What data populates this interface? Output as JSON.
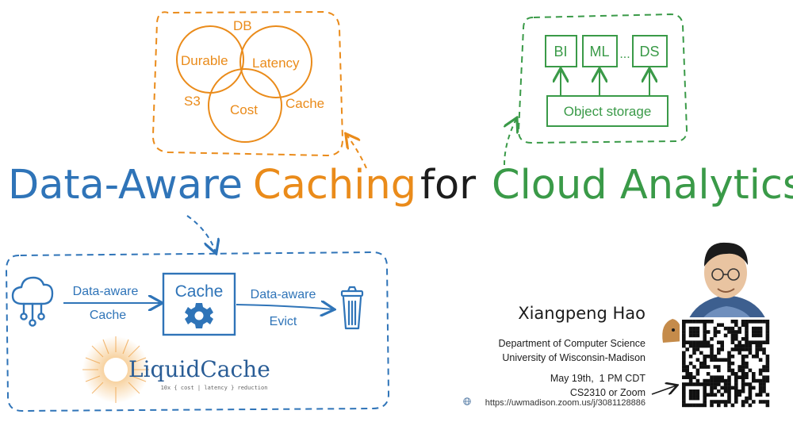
{
  "title": {
    "part1": "Data-Aware",
    "part2": "Caching",
    "part3": "for",
    "part4": "Cloud Analytics"
  },
  "venn": {
    "top_label": "DB",
    "circle_left": "Durable",
    "circle_right": "Latency",
    "circle_bottom": "Cost",
    "outer_left": "S3",
    "outer_right": "Cache"
  },
  "cloud_diagram": {
    "boxes": [
      "BI",
      "ML",
      "DS"
    ],
    "ellipsis": "...",
    "storage_label": "Object storage"
  },
  "cache_diagram": {
    "left_arrow_line1": "Data-aware",
    "left_arrow_line2": "Cache",
    "center_box": "Cache",
    "right_arrow_line1": "Data-aware",
    "right_arrow_line2": "Evict"
  },
  "logo": {
    "name": "LiquidCache",
    "tagline": "10x { cost | latency } reduction"
  },
  "speaker": {
    "name": "Xiangpeng Hao",
    "department": "Department of Computer Science",
    "university": "University of Wisconsin-Madison",
    "date_time": "May 19th,  1 PM CDT",
    "location": "CS2310 or Zoom",
    "zoom_url": "https://uwmadison.zoom.us/j/3081128886"
  },
  "colors": {
    "blue": "#2f74b8",
    "orange": "#ea8b1a",
    "green": "#3a9a48",
    "dark": "#1c1c1c"
  },
  "icons": [
    "cloud-network-icon",
    "gear-icon",
    "trash-icon",
    "globe-icon",
    "qr-code",
    "speaker-photo"
  ]
}
